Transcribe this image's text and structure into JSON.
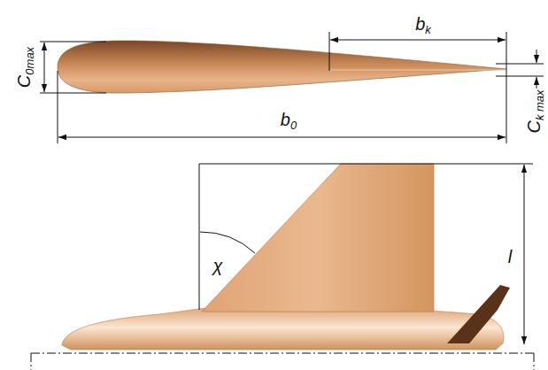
{
  "diagram": {
    "labels": [
      "C0max",
      "bk",
      "b0",
      "Ck max",
      "χ",
      "l"
    ]
  }
}
